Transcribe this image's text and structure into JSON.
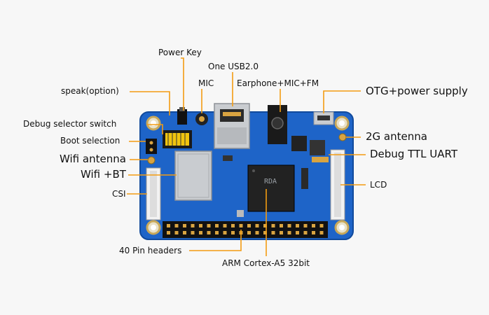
{
  "colors": {
    "leader": "#f39c12",
    "pcb": "#1e64c8",
    "pcb_dark": "#114a9c",
    "chip": "#222222",
    "silver": "#c9ccd0",
    "gold": "#d9a441",
    "background": "#f7f7f7"
  },
  "labels": {
    "power_key": "Power Key",
    "one_usb": "One USB2.0",
    "mic": "MIC",
    "earphone": "Earphone+MIC+FM",
    "otg": "OTG+power supply",
    "speak": "speak(option)",
    "debug_selector": "Debug selector switch",
    "boot_selection": "Boot selection",
    "wifi_antenna": "Wifi antenna",
    "wifi_bt": "Wifi +BT",
    "csi": "CSI",
    "antenna_2g": "2G antenna",
    "debug_uart": "Debug TTL UART",
    "lcd": "LCD",
    "pin_headers": "40 Pin headers",
    "cpu": "ARM Cortex-A5 32bit"
  },
  "chip_marking": "RDA"
}
